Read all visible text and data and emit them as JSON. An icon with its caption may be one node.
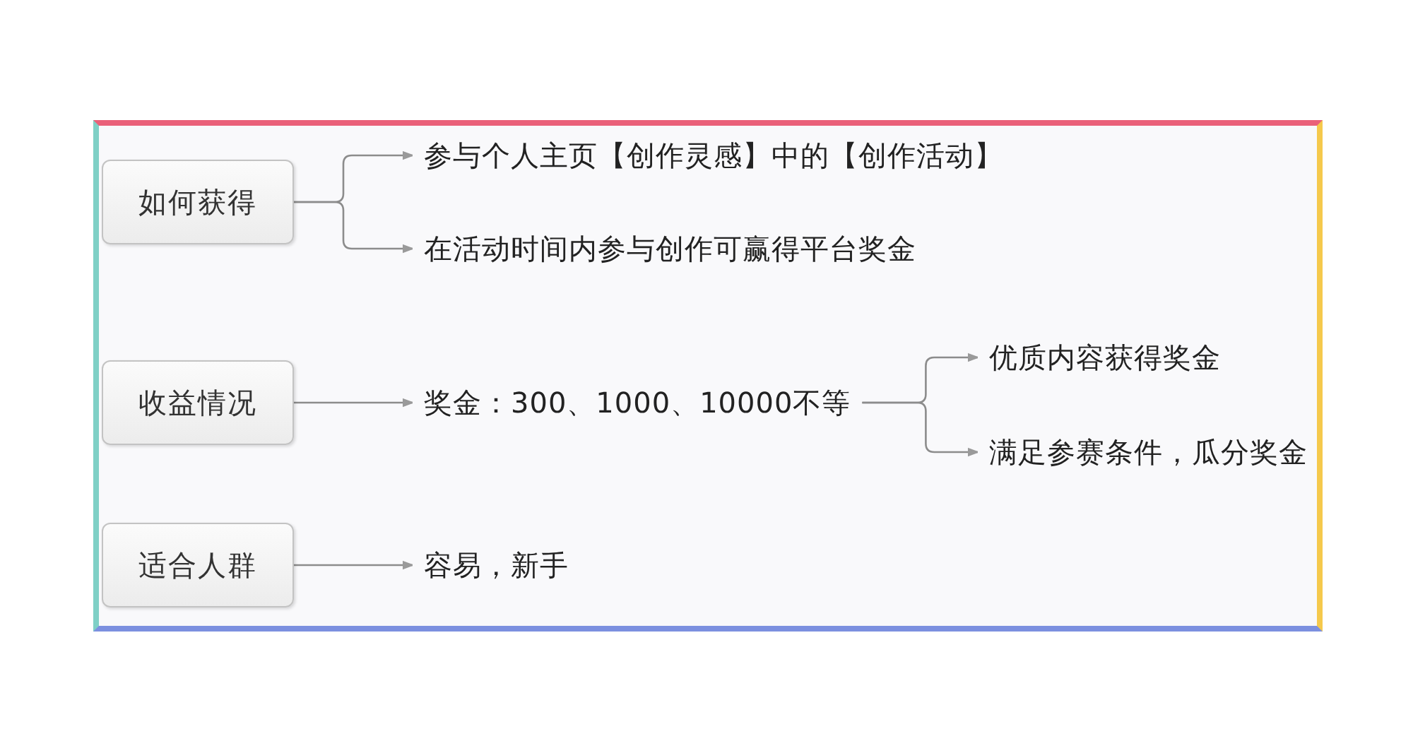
{
  "diagram": {
    "nodes": [
      {
        "text": [
          "如何获得"
        ]
      },
      {
        "text": [
          "参与个人主页【创作灵感】中的【创作活动】"
        ]
      },
      {
        "text": [
          "在活动时间内参与创作可赢得平台奖金"
        ]
      },
      {
        "text": [
          "收益情况"
        ]
      },
      {
        "text": [
          "奖金：300、1000、10000不等"
        ]
      },
      {
        "text": [
          "优质内容获得奖金"
        ]
      },
      {
        "text": [
          "满足参赛条件，瓜分奖金"
        ]
      },
      {
        "text": [
          "适合人群"
        ]
      },
      {
        "text": [
          "容易，新手"
        ]
      }
    ],
    "edges": [
      {
        "from": 0,
        "to": 1,
        "arrow": "to"
      },
      {
        "from": 0,
        "to": 2,
        "arrow": "to"
      },
      {
        "from": 3,
        "to": 4,
        "arrow": "to"
      },
      {
        "from": 4,
        "to": 5,
        "arrow": "to"
      },
      {
        "from": 4,
        "to": 6,
        "arrow": "to"
      },
      {
        "from": 7,
        "to": 8,
        "arrow": "to"
      }
    ]
  }
}
